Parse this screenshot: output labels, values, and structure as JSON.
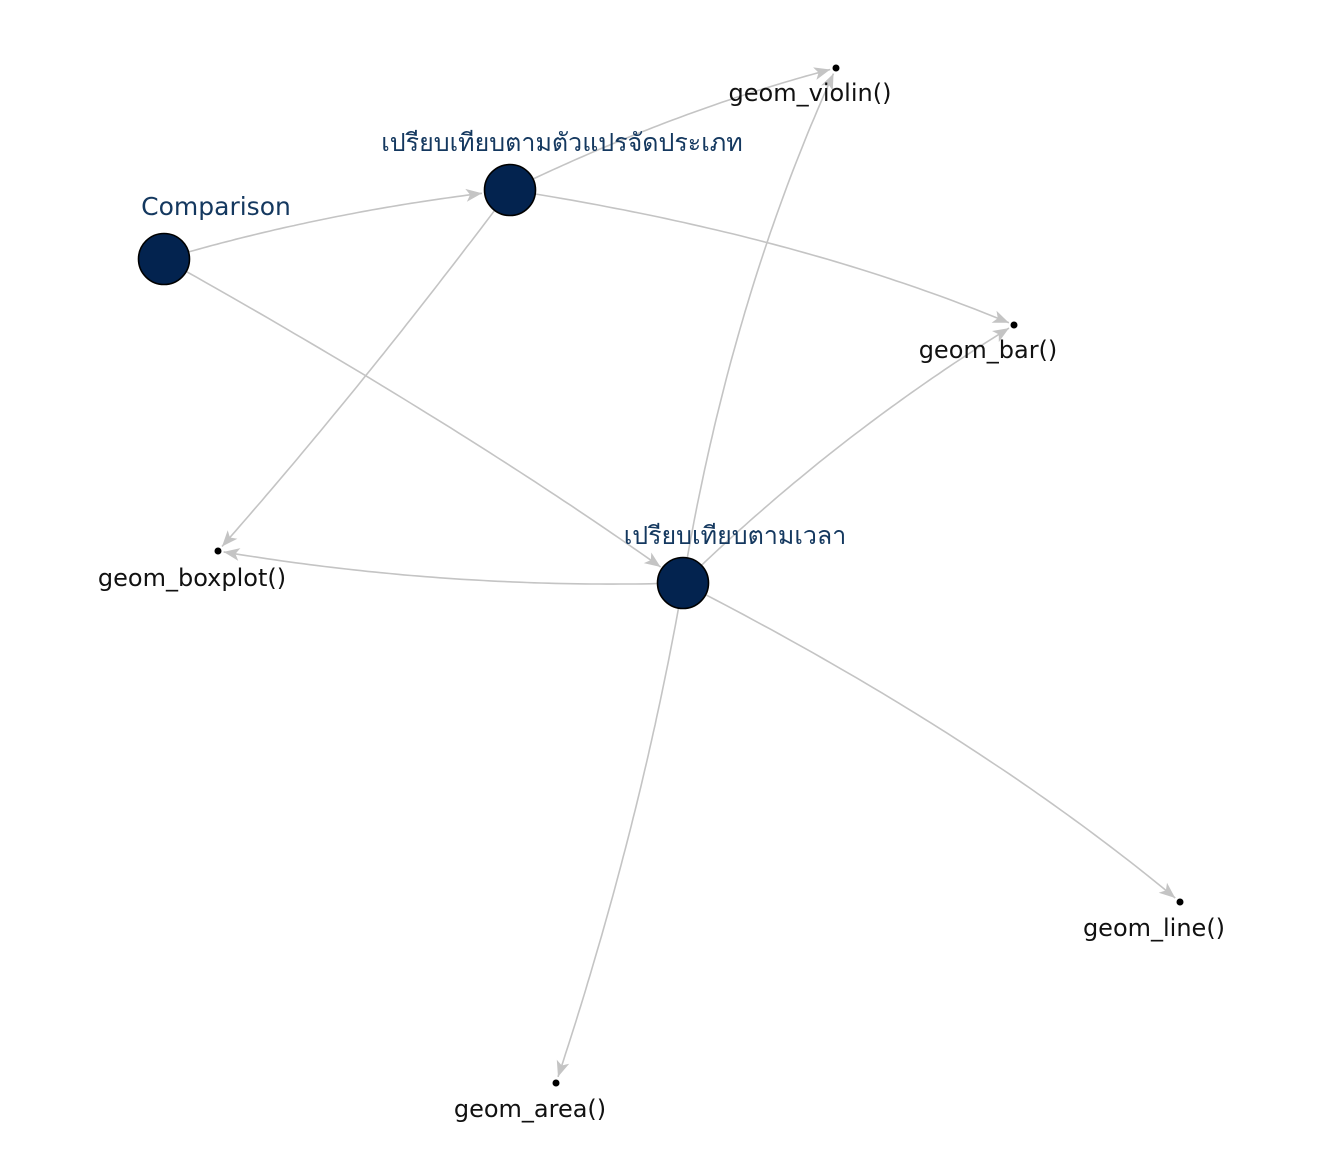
{
  "nodes": [
    {
      "id": "comparison",
      "label": "Comparison",
      "kind": "hub"
    },
    {
      "id": "categorical",
      "label": "เปรียบเทียบตามตัวแปรจัดประเภท",
      "kind": "hub"
    },
    {
      "id": "time",
      "label": "เปรียบเทียบตามเวลา",
      "kind": "hub"
    },
    {
      "id": "violin",
      "label": "geom_violin()",
      "kind": "leaf"
    },
    {
      "id": "bar",
      "label": "geom_bar()",
      "kind": "leaf"
    },
    {
      "id": "boxplot",
      "label": "geom_boxplot()",
      "kind": "leaf"
    },
    {
      "id": "line",
      "label": "geom_line()",
      "kind": "leaf"
    },
    {
      "id": "area",
      "label": "geom_area()",
      "kind": "leaf"
    }
  ],
  "edges": [
    {
      "from": "comparison",
      "to": "categorical"
    },
    {
      "from": "comparison",
      "to": "time"
    },
    {
      "from": "categorical",
      "to": "violin"
    },
    {
      "from": "categorical",
      "to": "bar"
    },
    {
      "from": "categorical",
      "to": "boxplot"
    },
    {
      "from": "time",
      "to": "violin"
    },
    {
      "from": "time",
      "to": "bar"
    },
    {
      "from": "time",
      "to": "boxplot"
    },
    {
      "from": "time",
      "to": "line"
    },
    {
      "from": "time",
      "to": "area"
    }
  ],
  "colors": {
    "hub_fill": "#03234f",
    "hub_label": "#14385f",
    "edge": "#c4c4c4",
    "leaf": "#000000"
  }
}
